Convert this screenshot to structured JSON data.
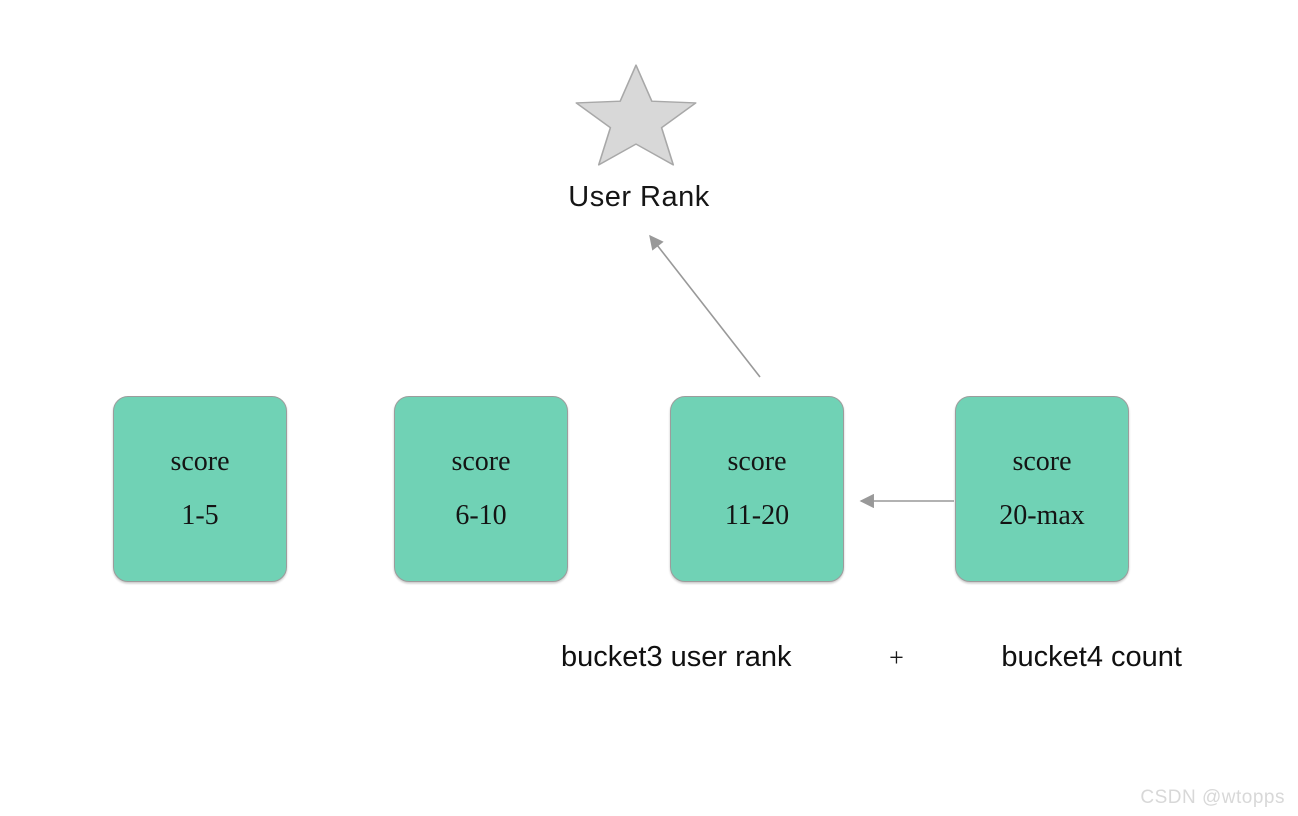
{
  "diagram": {
    "star_label": "User Rank",
    "buckets": [
      {
        "title": "score",
        "range": "1-5"
      },
      {
        "title": "score",
        "range": "6-10"
      },
      {
        "title": "score",
        "range": "11-20"
      },
      {
        "title": "score",
        "range": "20-max"
      }
    ],
    "formula": {
      "left": "bucket3 user rank",
      "operator": "+",
      "right": "bucket4 count"
    },
    "watermark": "CSDN @wtopps",
    "colors": {
      "bucket_fill": "#70D2B5",
      "bucket_border": "#9C9C9C",
      "star_fill": "#D8D8D8",
      "star_border": "#A8A8A8",
      "arrow": "#999999",
      "text": "#141414",
      "watermark": "#D8D8D8"
    }
  }
}
